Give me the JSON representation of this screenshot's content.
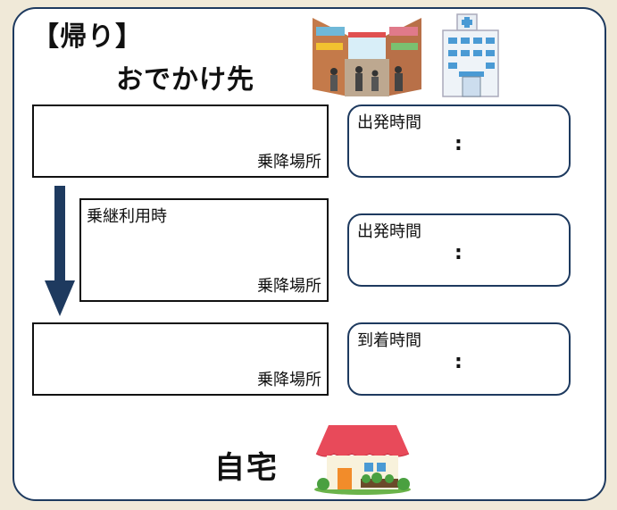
{
  "heading": "【帰り】",
  "destination_label": "おでかけ先",
  "home_label": "自宅",
  "boarding_label": "乗降場所",
  "transfer_label": "乗継利用時",
  "departure_label": "出発時間",
  "arrival_label": "到着時間",
  "time_separator": ":",
  "colors": {
    "frame": "#1e3a5f",
    "arrow": "#1e3a5f",
    "background": "#f0e9d8"
  },
  "icons": [
    "shopping-street-icon",
    "hospital-icon",
    "house-icon"
  ]
}
